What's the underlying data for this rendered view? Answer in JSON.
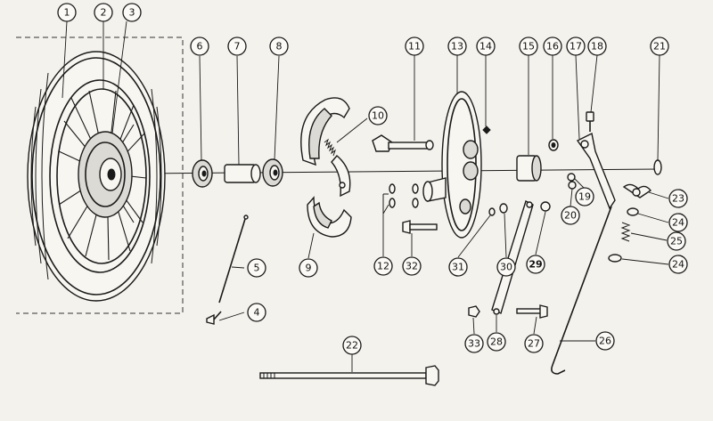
{
  "diagram": {
    "callouts": [
      {
        "id": "1",
        "label": "1"
      },
      {
        "id": "2",
        "label": "2"
      },
      {
        "id": "3",
        "label": "3"
      },
      {
        "id": "4",
        "label": "4"
      },
      {
        "id": "5",
        "label": "5"
      },
      {
        "id": "6",
        "label": "6"
      },
      {
        "id": "7",
        "label": "7"
      },
      {
        "id": "8",
        "label": "8"
      },
      {
        "id": "9",
        "label": "9"
      },
      {
        "id": "10",
        "label": "10"
      },
      {
        "id": "11",
        "label": "11"
      },
      {
        "id": "12",
        "label": "12"
      },
      {
        "id": "13",
        "label": "13"
      },
      {
        "id": "14",
        "label": "14"
      },
      {
        "id": "15",
        "label": "15"
      },
      {
        "id": "16",
        "label": "16"
      },
      {
        "id": "17",
        "label": "17"
      },
      {
        "id": "18",
        "label": "18"
      },
      {
        "id": "19",
        "label": "19"
      },
      {
        "id": "20",
        "label": "20"
      },
      {
        "id": "21",
        "label": "21"
      },
      {
        "id": "22",
        "label": "22"
      },
      {
        "id": "23",
        "label": "23"
      },
      {
        "id": "24a",
        "label": "24"
      },
      {
        "id": "24b",
        "label": "24"
      },
      {
        "id": "25",
        "label": "25"
      },
      {
        "id": "26",
        "label": "26"
      },
      {
        "id": "27",
        "label": "27"
      },
      {
        "id": "28",
        "label": "28"
      },
      {
        "id": "29",
        "label": "29"
      },
      {
        "id": "30",
        "label": "30"
      },
      {
        "id": "31",
        "label": "31"
      },
      {
        "id": "32",
        "label": "32"
      },
      {
        "id": "33",
        "label": "33"
      }
    ]
  }
}
